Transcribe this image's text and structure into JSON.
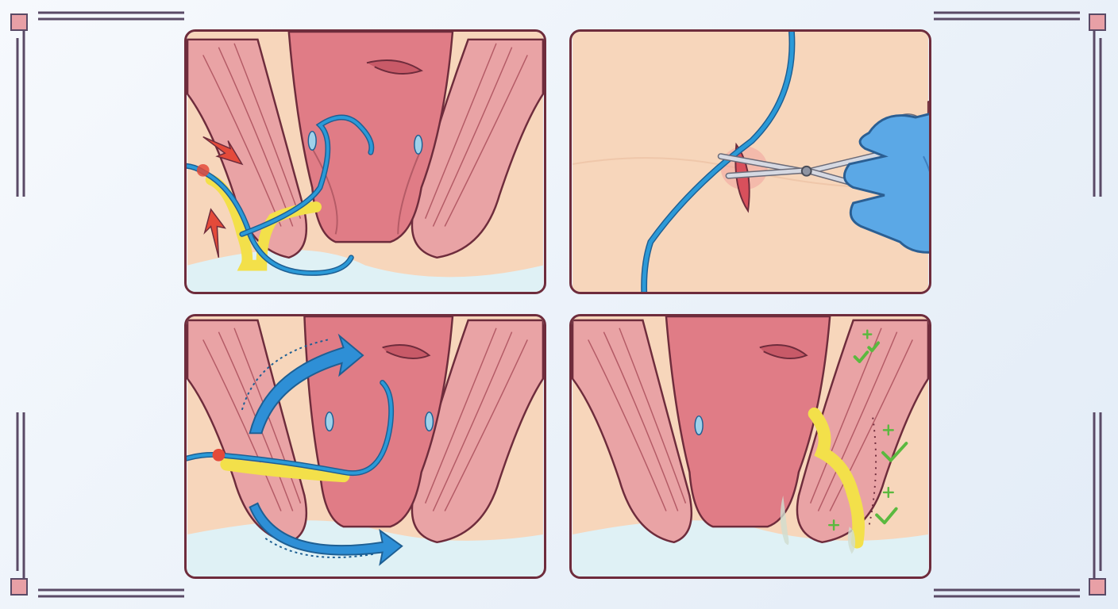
{
  "colors": {
    "skin": "#f7d6bb",
    "rectum": "#e07c86",
    "rectum_dark": "#c85a68",
    "muscle": "#e9a3a5",
    "muscle_line": "#b45b66",
    "outline": "#6e2c3c",
    "seton": "#2b9ad8",
    "seton_dark": "#1e5f93",
    "pus": "#f3e04a",
    "arrow_red": "#e44a3a",
    "arrow_blue": "#2e8fd6",
    "glove": "#5ba8e6",
    "check_green": "#5bb93f",
    "frame": "#5a4a66",
    "frame_square": "#e8a0a6"
  },
  "icons": {
    "scissors": "scissors-icon",
    "glove": "gloved-hand-icon",
    "check": "checkmark-icon",
    "plus": "plus-icon",
    "inflow_arrow": "red-arrow-icon",
    "drain_arrow": "blue-arrow-icon",
    "corner": "frame-corner-ornament"
  },
  "panels": [
    {
      "step": 1,
      "scene": "seton-through-fistula-tract"
    },
    {
      "step": 2,
      "scene": "cutting-seton-with-scissors"
    },
    {
      "step": 3,
      "scene": "seton-drainage-flow"
    },
    {
      "step": 4,
      "scene": "tract-healing"
    }
  ]
}
